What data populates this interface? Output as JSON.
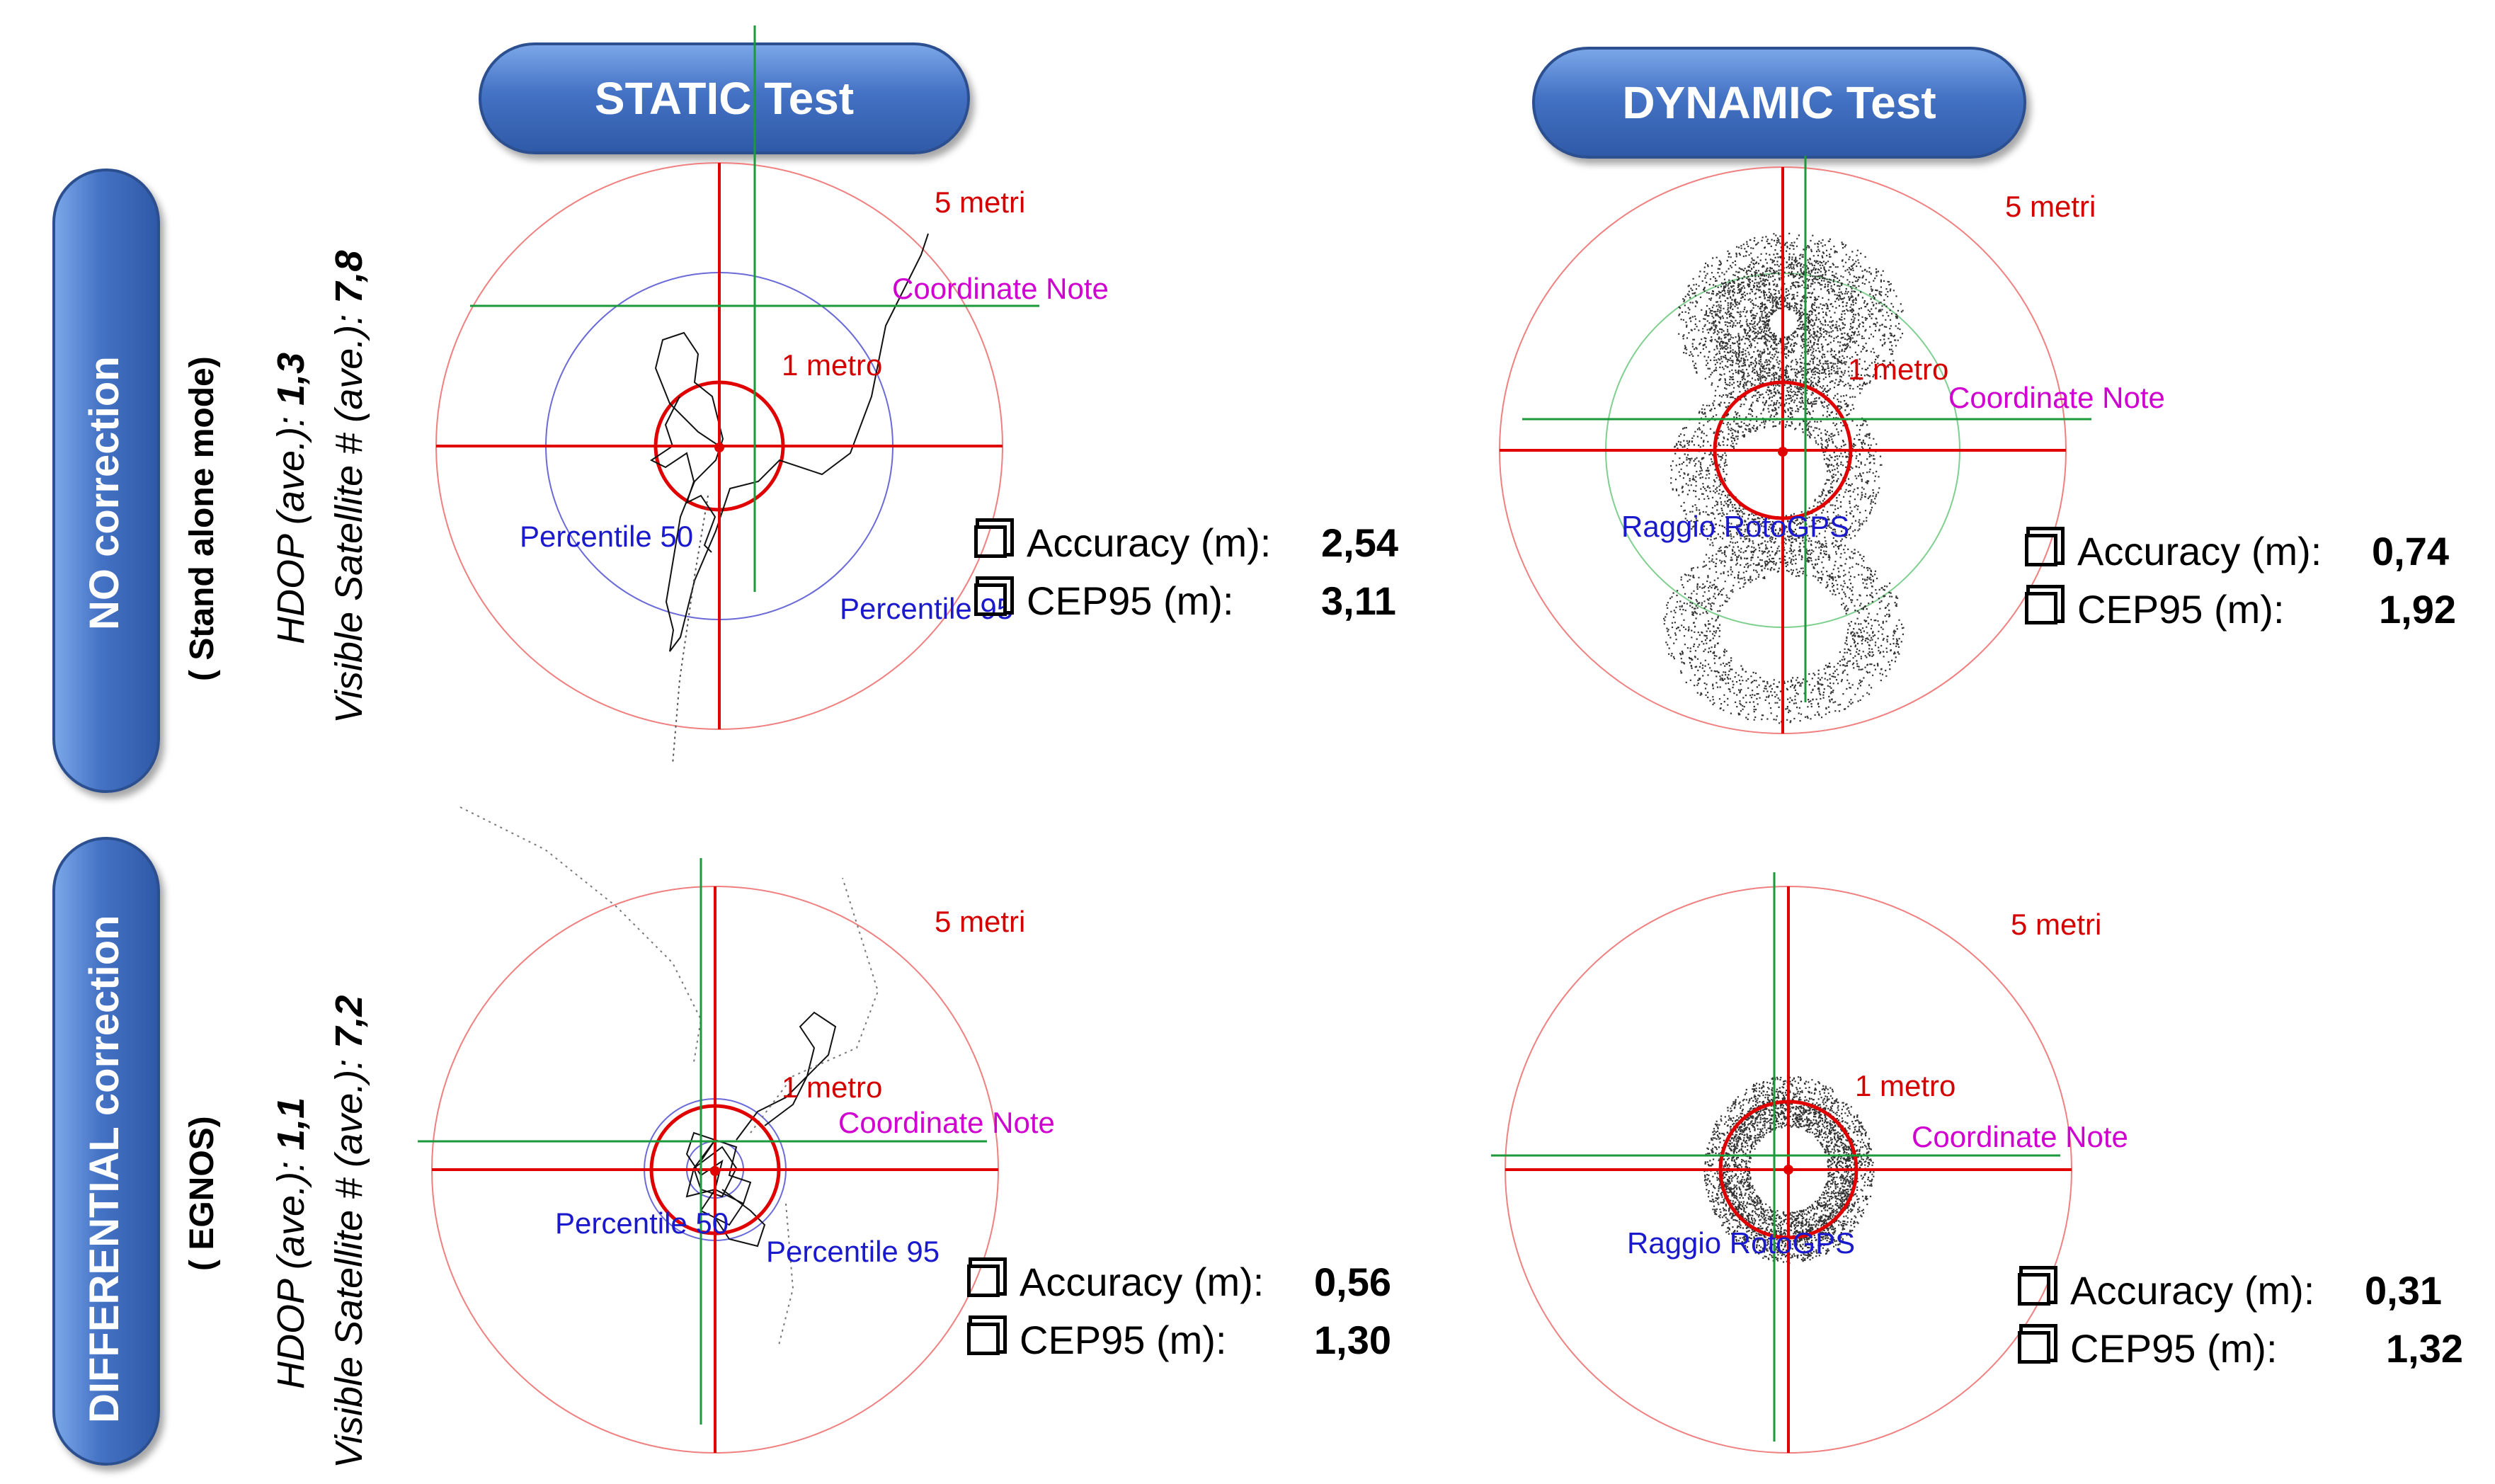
{
  "headers": {
    "static": "STATIC Test",
    "dynamic": "DYNAMIC Test"
  },
  "rows": [
    {
      "label": "NO correction",
      "sublabel": "( Stand alone mode)",
      "hdop_label": "HDOP (ave.):",
      "hdop_value": "1,3",
      "sat_label": "Visible Satellite # (ave.):",
      "sat_value": "7,8"
    },
    {
      "label": "DIFFERENTIAL correction",
      "sublabel": "( EGNOS)",
      "hdop_label": "HDOP (ave.):",
      "hdop_value": "1,1",
      "sat_label": "Visible Satellite # (ave.):",
      "sat_value": "7,2"
    }
  ],
  "plots": {
    "static_no": {
      "labels": {
        "outer": "5 metri",
        "inner": "1 metro",
        "note": "Coordinate Note",
        "p50": "Percentile 50",
        "p95": "Percentile 95"
      },
      "accuracy_label": "Accuracy (m):",
      "accuracy": "2,54",
      "cep_label": "CEP95 (m):",
      "cep": "3,11"
    },
    "dynamic_no": {
      "labels": {
        "outer": "5 metri",
        "inner": "1 metro",
        "note": "Coordinate Note",
        "raggio": "Raggio RotoGPS"
      },
      "accuracy_label": "Accuracy (m):",
      "accuracy": "0,74",
      "cep_label": "CEP95 (m):",
      "cep": "1,92"
    },
    "static_egnos": {
      "labels": {
        "outer": "5 metri",
        "inner": "1 metro",
        "note": "Coordinate Note",
        "p50": "Percentile 50",
        "p95": "Percentile 95"
      },
      "accuracy_label": "Accuracy (m):",
      "accuracy": "0,56",
      "cep_label": "CEP95 (m):",
      "cep": "1,30"
    },
    "dynamic_egnos": {
      "labels": {
        "outer": "5 metri",
        "inner": "1 metro",
        "note": "Coordinate Note",
        "raggio": "Raggio RotoGPS"
      },
      "accuracy_label": "Accuracy (m):",
      "accuracy": "0,31",
      "cep_label": "CEP95 (m):",
      "cep": "1,32"
    }
  },
  "colors": {
    "axis_red": "#e00000",
    "axis_green": "#1a9a3a",
    "outer_circle": "#f08080",
    "p_circle": "#6a6ad8",
    "label_red": "#d40000",
    "label_note": "#d000d0",
    "label_blue": "#1a1acc",
    "pill": "#4472c4"
  }
}
